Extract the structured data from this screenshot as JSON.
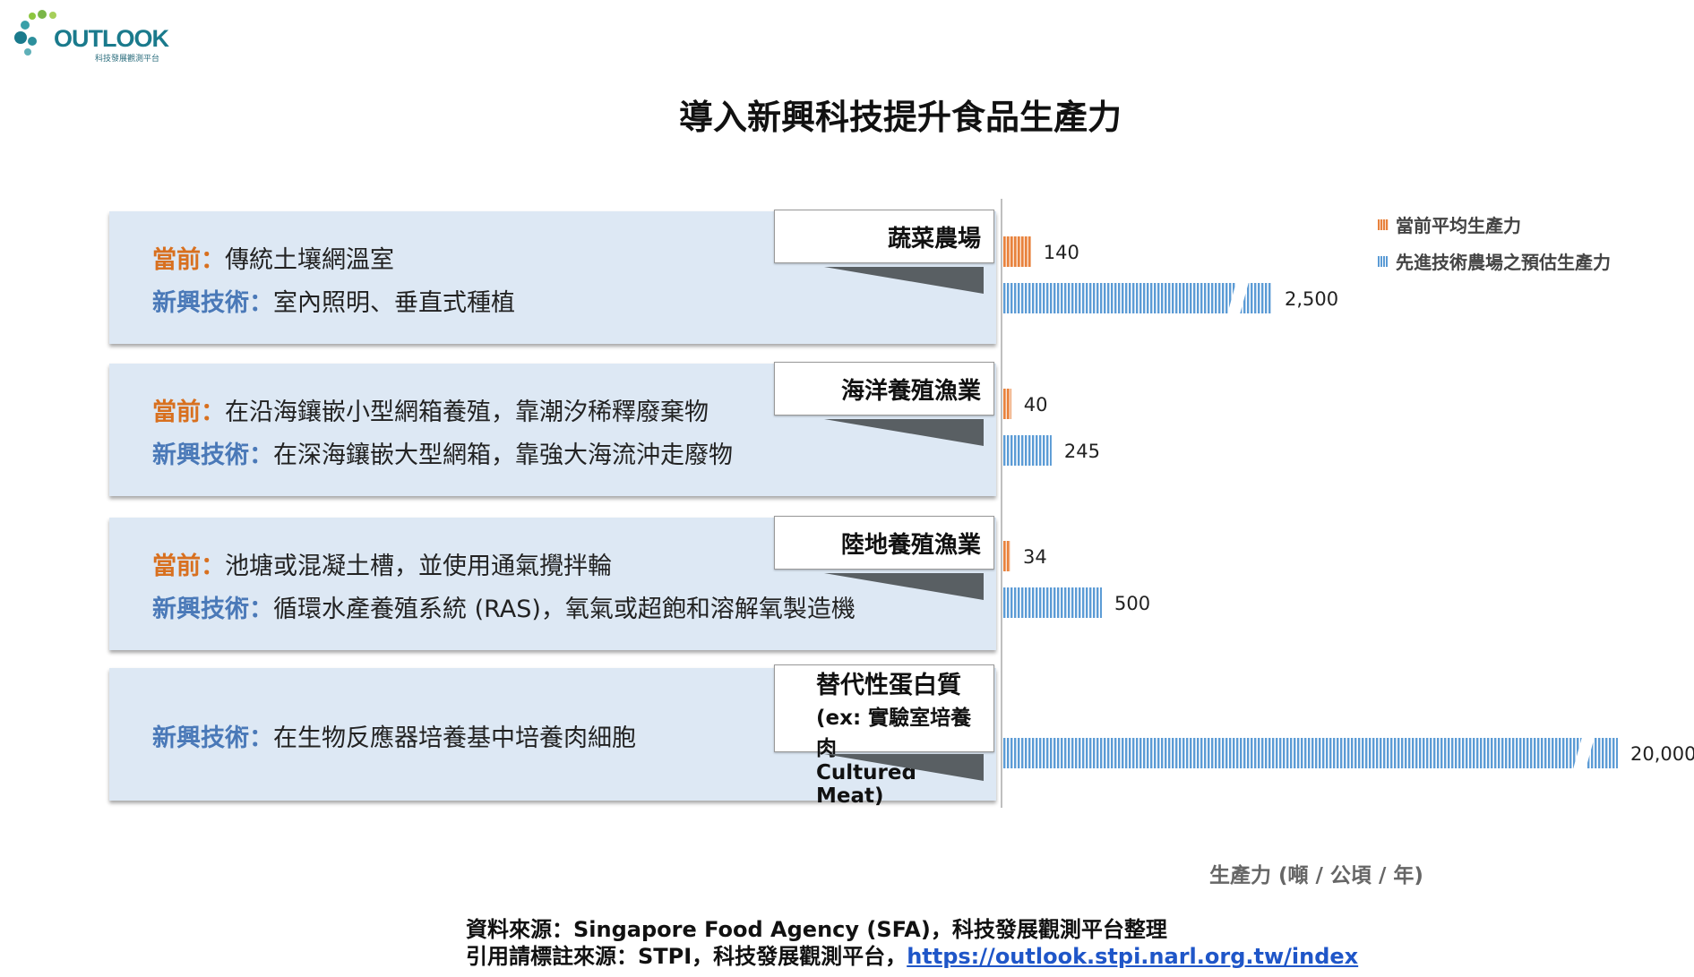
{
  "logo": {
    "word": "OUTLOOK",
    "subtitle": "科技發展觀測平台"
  },
  "title": "導入新興科技提升食品生產力",
  "rows": [
    {
      "tag": "蔬菜農場",
      "current_label": "當前：",
      "current_text": "傳統土壤網溫室",
      "new_label": "新興技術：",
      "new_text": "室內照明、垂直式種植"
    },
    {
      "tag": "海洋養殖漁業",
      "current_label": "當前：",
      "current_text": "在沿海鑲嵌小型網箱養殖，靠潮汐稀釋廢棄物",
      "new_label": "新興技術：",
      "new_text": "在深海鑲嵌大型網箱，靠強大海流沖走廢物"
    },
    {
      "tag": "陸地養殖漁業",
      "current_label": "當前：",
      "current_text": "池塘或混凝土槽，並使用通氣攪拌輪",
      "new_label": "新興技術：",
      "new_text": "循環水產養殖系統 (RAS)，氧氣或超飽和溶解氧製造機"
    },
    {
      "tag_line1": "替代性蛋白質",
      "tag_line2": "(ex: 實驗室培養肉",
      "tag_line3": "Cultured Meat)",
      "new_label": "新興技術：",
      "new_text": "在生物反應器培養基中培養肉細胞"
    }
  ],
  "chart_data": {
    "type": "bar",
    "orientation": "horizontal",
    "categories": [
      "蔬菜農場",
      "海洋養殖漁業",
      "陸地養殖漁業",
      "替代性蛋白質"
    ],
    "series": [
      {
        "name": "當前平均生產力",
        "values": [
          140,
          40,
          34,
          null
        ],
        "labels": [
          "140",
          "40",
          "34",
          ""
        ],
        "color": "#e8823d"
      },
      {
        "name": "先進技術農場之預估生產力",
        "values": [
          2500,
          245,
          500,
          20000
        ],
        "labels": [
          "2,500",
          "245",
          "500",
          "20,000"
        ],
        "color": "#5b9bd5"
      }
    ],
    "axis_broken": true,
    "xlabel": "生產力 (噸 / 公頃 / 年)",
    "legend_position": "top-right"
  },
  "source_line1": "資料來源：Singapore Food Agency (SFA)，科技發展觀測平台整理",
  "source_line2_prefix": "引用請標註來源：STPI，科技發展觀測平台，",
  "source_link": "https://outlook.stpi.narl.org.tw/index"
}
